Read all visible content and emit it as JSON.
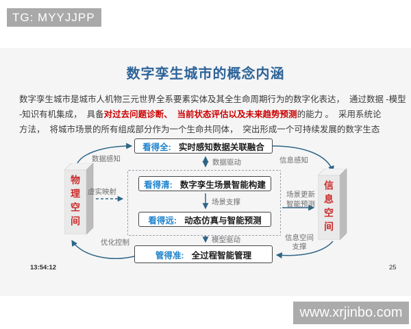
{
  "watermarks": {
    "top": "TG: MYYJJPP",
    "bottom": "www.xrjinbo.com"
  },
  "slide": {
    "title": "数字孪生城市的概念内涵",
    "intro": {
      "line1": "数字孪生城市是城市人机物三元世界全系要素实体及其全生命周期行为的数字化表达，  通过数据 -模型",
      "line2_pre": "-知识有机集成，  具备",
      "line2_red": "对过去问题诊断、  当前状态评估以及未来趋势预测",
      "line2_post": "的能力 。  采用系统论",
      "line3": "方法，  将城市场景的所有组成部分作为一个生命共同体，  突出形成一个可持续发展的数字生态"
    },
    "time": "13:54:12",
    "page": "25"
  },
  "diagram": {
    "left_space": "物理空间",
    "right_space": "信息空间",
    "rows": [
      {
        "tag": "看得全:",
        "label": "实时感知数据关联融合"
      },
      {
        "tag": "看得清:",
        "label": "数字孪生场景智能构建"
      },
      {
        "tag": "看得远:",
        "label": "动态仿真与智能预测"
      },
      {
        "tag": "管得准:",
        "label": "全过程智能管理"
      }
    ],
    "edge_labels": {
      "data_sense": "数据感知",
      "data_drive": "数据驱动",
      "info_sense": "信息感知",
      "virtual_real_map": "虚实映射",
      "scene_support": "场景支撑",
      "scene_update": "场景更新",
      "smart_forecast": "智能预测",
      "optimal_control": "优化控制",
      "model_drive": "模型驱动",
      "info_space_support_line1": "信息空间",
      "info_space_support_line2": "支撑"
    },
    "colors": {
      "tag_blue": "#1e83cc",
      "highlight_red": "#cc0000",
      "prism_text_red": "#cc2b2b",
      "arrow": "#2e6585",
      "title_blue": "#2d6398"
    }
  }
}
